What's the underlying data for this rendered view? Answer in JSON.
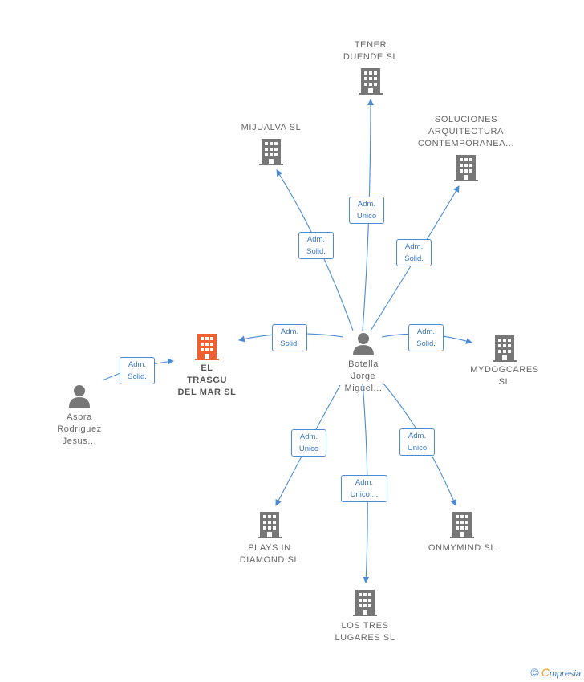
{
  "colors": {
    "edge": "#4a8ad6",
    "company": "#777777",
    "focus_company": "#f06030",
    "person": "#777777"
  },
  "nodes": {
    "tener": {
      "label": "TENER\nDUENDE SL",
      "icon": "building-icon"
    },
    "mijualva": {
      "label": "MIJUALVA  SL",
      "icon": "building-icon"
    },
    "soluciones": {
      "label": "SOLUCIONES\nARQUITECTURA\nCONTEMPORANEA...",
      "icon": "building-icon"
    },
    "eltrasgu": {
      "label": "EL\nTRASGU\nDEL MAR  SL",
      "icon": "building-icon"
    },
    "botella": {
      "label": "Botella\nJorge\nMiguel...",
      "icon": "person-icon"
    },
    "mydogcares": {
      "label": "MYDOGCARES\nSL",
      "icon": "building-icon"
    },
    "aspra": {
      "label": "Aspra\nRodriguez\nJesus...",
      "icon": "person-icon"
    },
    "plays": {
      "label": "PLAYS IN\nDIAMOND SL",
      "icon": "building-icon"
    },
    "onmymind": {
      "label": "ONMYMIND  SL",
      "icon": "building-icon"
    },
    "lostres": {
      "label": "LOS TRES\nLUGARES SL",
      "icon": "building-icon"
    }
  },
  "edges": {
    "to_tener": "Adm.\nUnico",
    "to_mijualva": "Adm.\nSolid.",
    "to_soluciones": "Adm.\nSolid.",
    "to_eltrasgu": "Adm.\nSolid.",
    "to_mydogcares": "Adm.\nSolid.",
    "aspra_to_eltrasgu": "Adm.\nSolid.",
    "to_plays": "Adm.\nUnico",
    "to_lostres": "Adm.\nUnico,...",
    "to_onmymind": "Adm.\nUnico"
  },
  "footer": {
    "copyright": "©",
    "brand_initial": "C",
    "brand_rest": "mpresia"
  }
}
